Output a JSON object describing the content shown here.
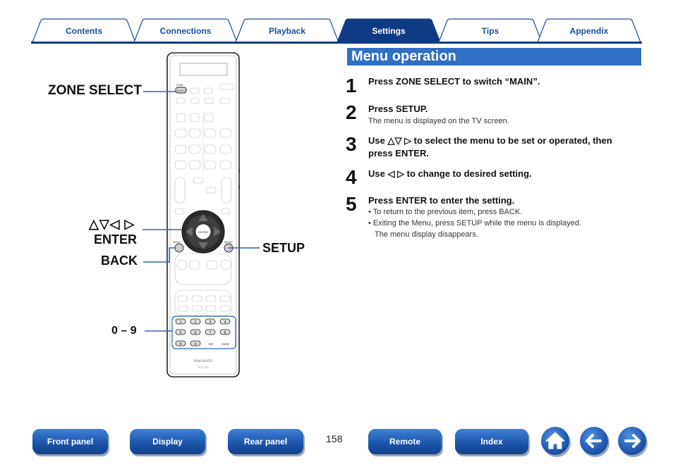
{
  "tabs": [
    {
      "label": "Contents",
      "active": false
    },
    {
      "label": "Connections",
      "active": false
    },
    {
      "label": "Playback",
      "active": false
    },
    {
      "label": "Settings",
      "active": true
    },
    {
      "label": "Tips",
      "active": false
    },
    {
      "label": "Appendix",
      "active": false
    }
  ],
  "remote": {
    "zone_label": "ZONE",
    "select_label": "SELECT",
    "enter_label": "ENTER",
    "back_label": "BACK",
    "setup_label": "SETUP",
    "digits_row1": [
      "1",
      "2",
      "3",
      "4"
    ],
    "digits_row2": [
      "5",
      "6",
      "7",
      "8"
    ],
    "digits_row3": [
      "9",
      "0",
      "+10"
    ],
    "digit_enter_label": "ENTER",
    "brand": "marantz",
    "model": "RC021SR"
  },
  "callouts": {
    "zone_select": "ZONE SELECT",
    "arrows": "△▽◁ ▷",
    "enter": "ENTER",
    "back": "BACK",
    "setup": "SETUP",
    "digits": "0 – 9"
  },
  "section": {
    "title": "Menu operation",
    "steps": [
      {
        "num": "1",
        "text": "Press ZONE SELECT to switch “MAIN”."
      },
      {
        "num": "2",
        "text": "Press SETUP.",
        "sub": "The menu is displayed on the TV screen."
      },
      {
        "num": "3",
        "text": "Use △▽ ▷ to select the menu to be set or operated, then press ENTER."
      },
      {
        "num": "4",
        "text": "Use ◁ ▷ to change to desired setting."
      },
      {
        "num": "5",
        "text": "Press ENTER to enter the setting.",
        "bullets": [
          {
            "text": "• To return to the previous item, press BACK."
          },
          {
            "text": "• Exiting the Menu, press SETUP while the menu is displayed.",
            "cont": "The menu display disappears."
          }
        ]
      }
    ]
  },
  "page_number": "158",
  "bottom_nav": [
    {
      "label": "Front panel"
    },
    {
      "label": "Display"
    },
    {
      "label": "Rear panel"
    },
    {
      "label": "Remote"
    },
    {
      "label": "Index"
    }
  ],
  "icons": {
    "home": "home-icon",
    "back": "arrow-left-icon",
    "forward": "arrow-right-icon"
  },
  "colors": {
    "accent": "#2f6fc4",
    "nav_dark": "#0f3b84",
    "tab_text": "#1a4f9c",
    "callout_line": "#2a63b8"
  }
}
